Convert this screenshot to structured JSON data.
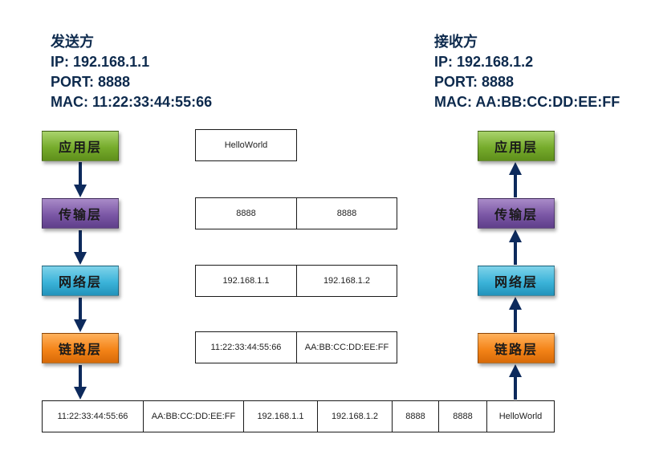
{
  "sender": {
    "title": "发送方",
    "ip": "IP: 192.168.1.1",
    "port": "PORT: 8888",
    "mac": "MAC: 11:22:33:44:55:66"
  },
  "receiver": {
    "title": "接收方",
    "ip": "IP: 192.168.1.2",
    "port": "PORT: 8888",
    "mac": "MAC: AA:BB:CC:DD:EE:FF"
  },
  "layers": {
    "application": "应用层",
    "transport": "传输层",
    "network": "网络层",
    "link": "链路层"
  },
  "headers": {
    "application": [
      "HelloWorld"
    ],
    "transport": [
      "8888",
      "8888"
    ],
    "network": [
      "192.168.1.1",
      "192.168.1.2"
    ],
    "link": [
      "11:22:33:44:55:66",
      "AA:BB:CC:DD:EE:FF"
    ]
  },
  "frame": [
    "11:22:33:44:55:66",
    "AA:BB:CC:DD:EE:FF",
    "192.168.1.1",
    "192.168.1.2",
    "8888",
    "8888",
    "HelloWorld"
  ],
  "colors": {
    "application": "#76ac2c",
    "transport": "#7b57a6",
    "network": "#3bb3d9",
    "link": "#f48418",
    "arrow": "#0d2a5c",
    "text": "#0d2a4d"
  }
}
